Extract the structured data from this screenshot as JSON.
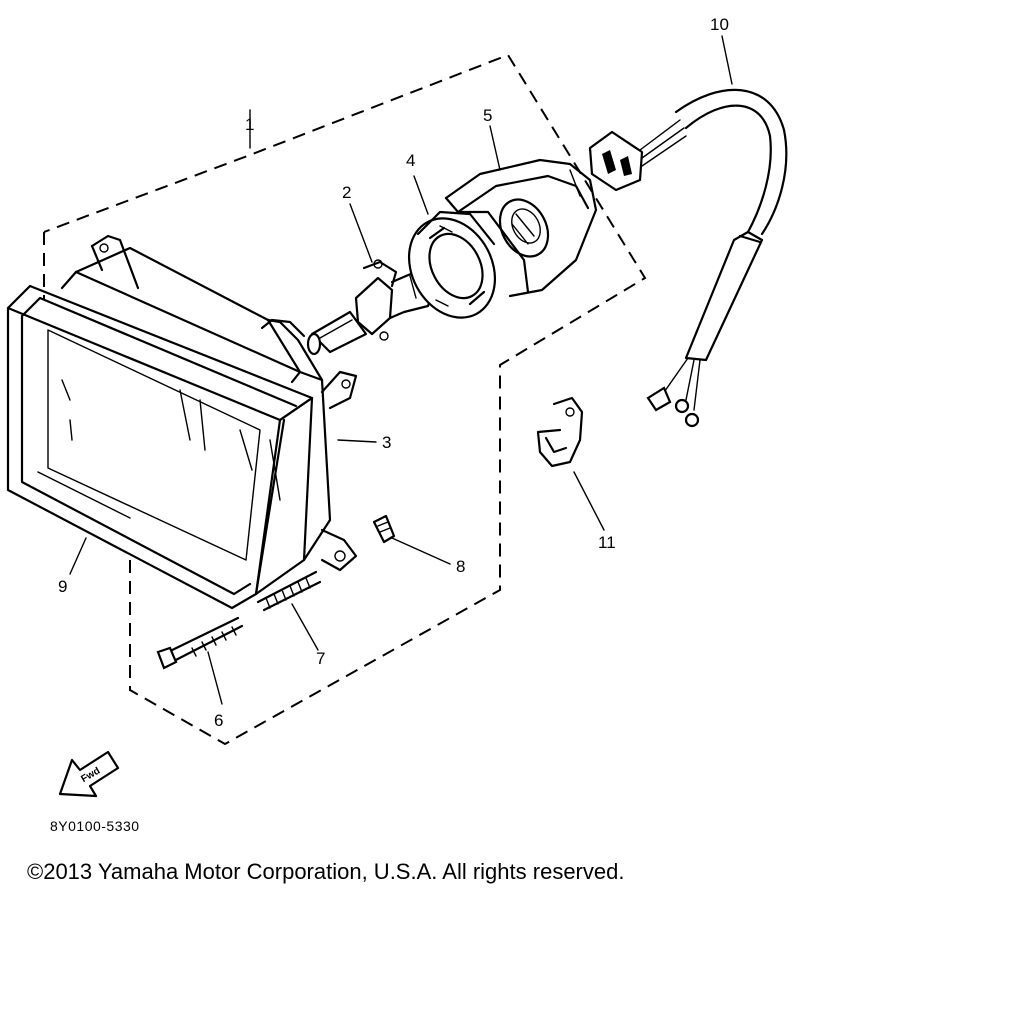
{
  "callouts": [
    {
      "id": "1",
      "label": "1"
    },
    {
      "id": "2",
      "label": "2"
    },
    {
      "id": "3",
      "label": "3"
    },
    {
      "id": "4",
      "label": "4"
    },
    {
      "id": "5",
      "label": "5"
    },
    {
      "id": "6",
      "label": "6"
    },
    {
      "id": "7",
      "label": "7"
    },
    {
      "id": "8",
      "label": "8"
    },
    {
      "id": "9",
      "label": "9"
    },
    {
      "id": "10",
      "label": "10"
    },
    {
      "id": "11",
      "label": "11"
    }
  ],
  "fwd_label": "Fwd",
  "diagram_code": "8Y0100-5330",
  "copyright": "©2013 Yamaha Motor Corporation, U.S.A. All rights reserved."
}
